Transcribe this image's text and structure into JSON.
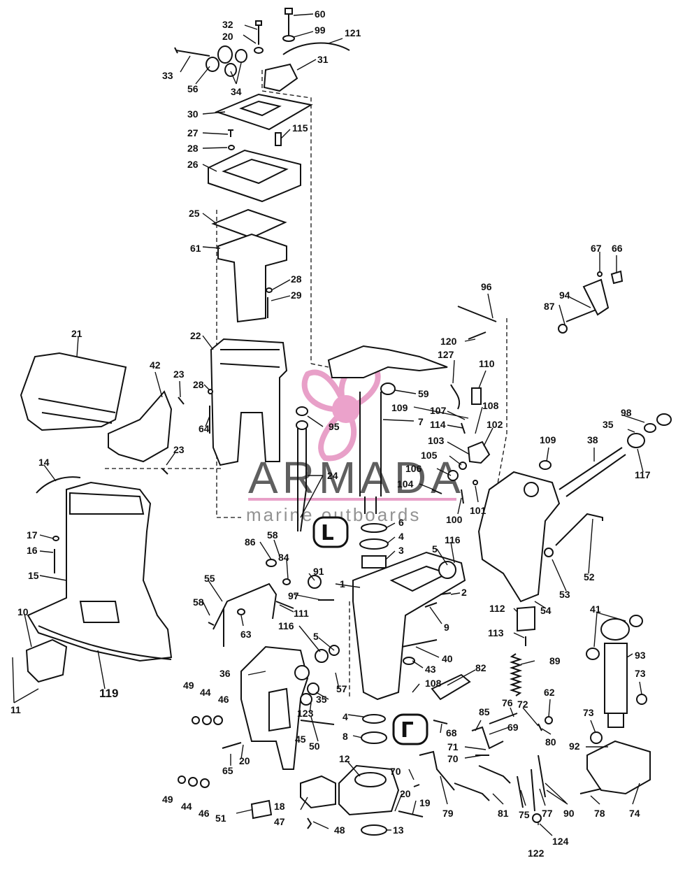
{
  "watermark": {
    "brand": "ARMADA",
    "tagline": "marine outboards",
    "accent_color": "#e8a0c8",
    "icon": "propeller-logo-icon"
  },
  "callouts": [
    "1",
    "2",
    "3",
    "4",
    "4",
    "5",
    "5",
    "6",
    "7",
    "8",
    "9",
    "10",
    "11",
    "12",
    "13",
    "14",
    "15",
    "16",
    "17",
    "18",
    "19",
    "20",
    "20",
    "20",
    "20",
    "21",
    "22",
    "23",
    "23",
    "24",
    "25",
    "26",
    "27",
    "28",
    "28",
    "28",
    "29",
    "30",
    "31",
    "32",
    "33",
    "34",
    "35",
    "35",
    "36",
    "38",
    "40",
    "41",
    "42",
    "43",
    "44",
    "44",
    "45",
    "46",
    "46",
    "47",
    "48",
    "49",
    "49",
    "50",
    "51",
    "52",
    "53",
    "54",
    "55",
    "56",
    "57",
    "58",
    "58",
    "59",
    "60",
    "61",
    "62",
    "63",
    "64",
    "65",
    "66",
    "67",
    "68",
    "69",
    "70",
    "70",
    "71",
    "72",
    "73",
    "73",
    "74",
    "75",
    "76",
    "77",
    "78",
    "79",
    "80",
    "81",
    "82",
    "84",
    "85",
    "86",
    "87",
    "89",
    "90",
    "91",
    "92",
    "93",
    "94",
    "95",
    "96",
    "97",
    "98",
    "99",
    "100",
    "101",
    "102",
    "103",
    "104",
    "105",
    "106",
    "107",
    "108",
    "108",
    "109",
    "109",
    "110",
    "111",
    "112",
    "113",
    "114",
    "115",
    "116",
    "116",
    "117",
    "119",
    "120",
    "121",
    "122",
    "123",
    "124",
    "127"
  ],
  "badges": [
    {
      "icon": "seal-kit-icon-a"
    },
    {
      "icon": "seal-kit-icon-b"
    }
  ]
}
